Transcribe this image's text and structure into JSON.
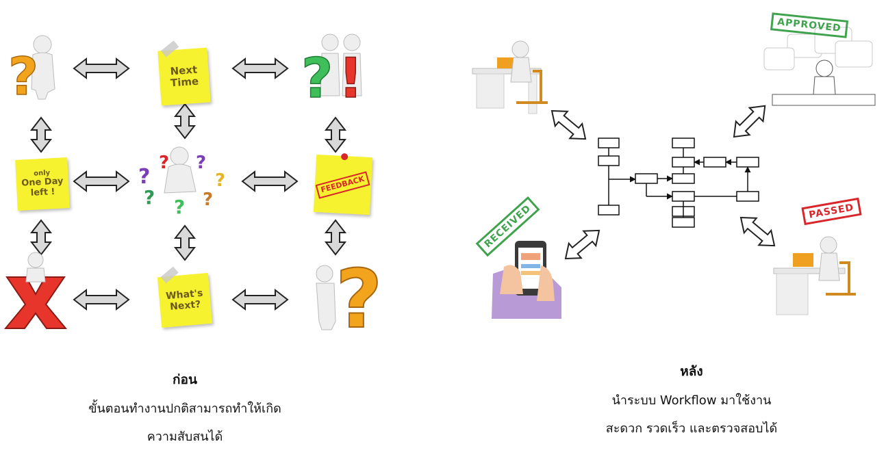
{
  "before": {
    "title": "ก่อน",
    "line1": "ขั้นตอนทำงานปกติสามารถทำให้เกิด",
    "line2": "ความสับสนได้",
    "notes": {
      "next_time": "Next Time",
      "only_one_day_small": "only",
      "only_one_day": "One Day",
      "only_one_day_left": "left !",
      "feedback": "FEEDBACK",
      "whats_next": "What's Next?"
    }
  },
  "after": {
    "title": "หลัง",
    "line1": "นำระบบ Workflow มาใช้งาน",
    "line2": "สะดวก รวดเร็ว และตรวจสอบได้",
    "stamps": {
      "approved": "APPROVED",
      "received": "RECEIVED",
      "passed": "PASSED"
    }
  },
  "colors": {
    "arrow_fill": "#d9d9d9",
    "arrow_stroke": "#222222",
    "note_yellow": "#f7f230",
    "question_orange": "#f2a51c",
    "stamp_green": "#3fa34d",
    "stamp_red": "#d8262b"
  }
}
